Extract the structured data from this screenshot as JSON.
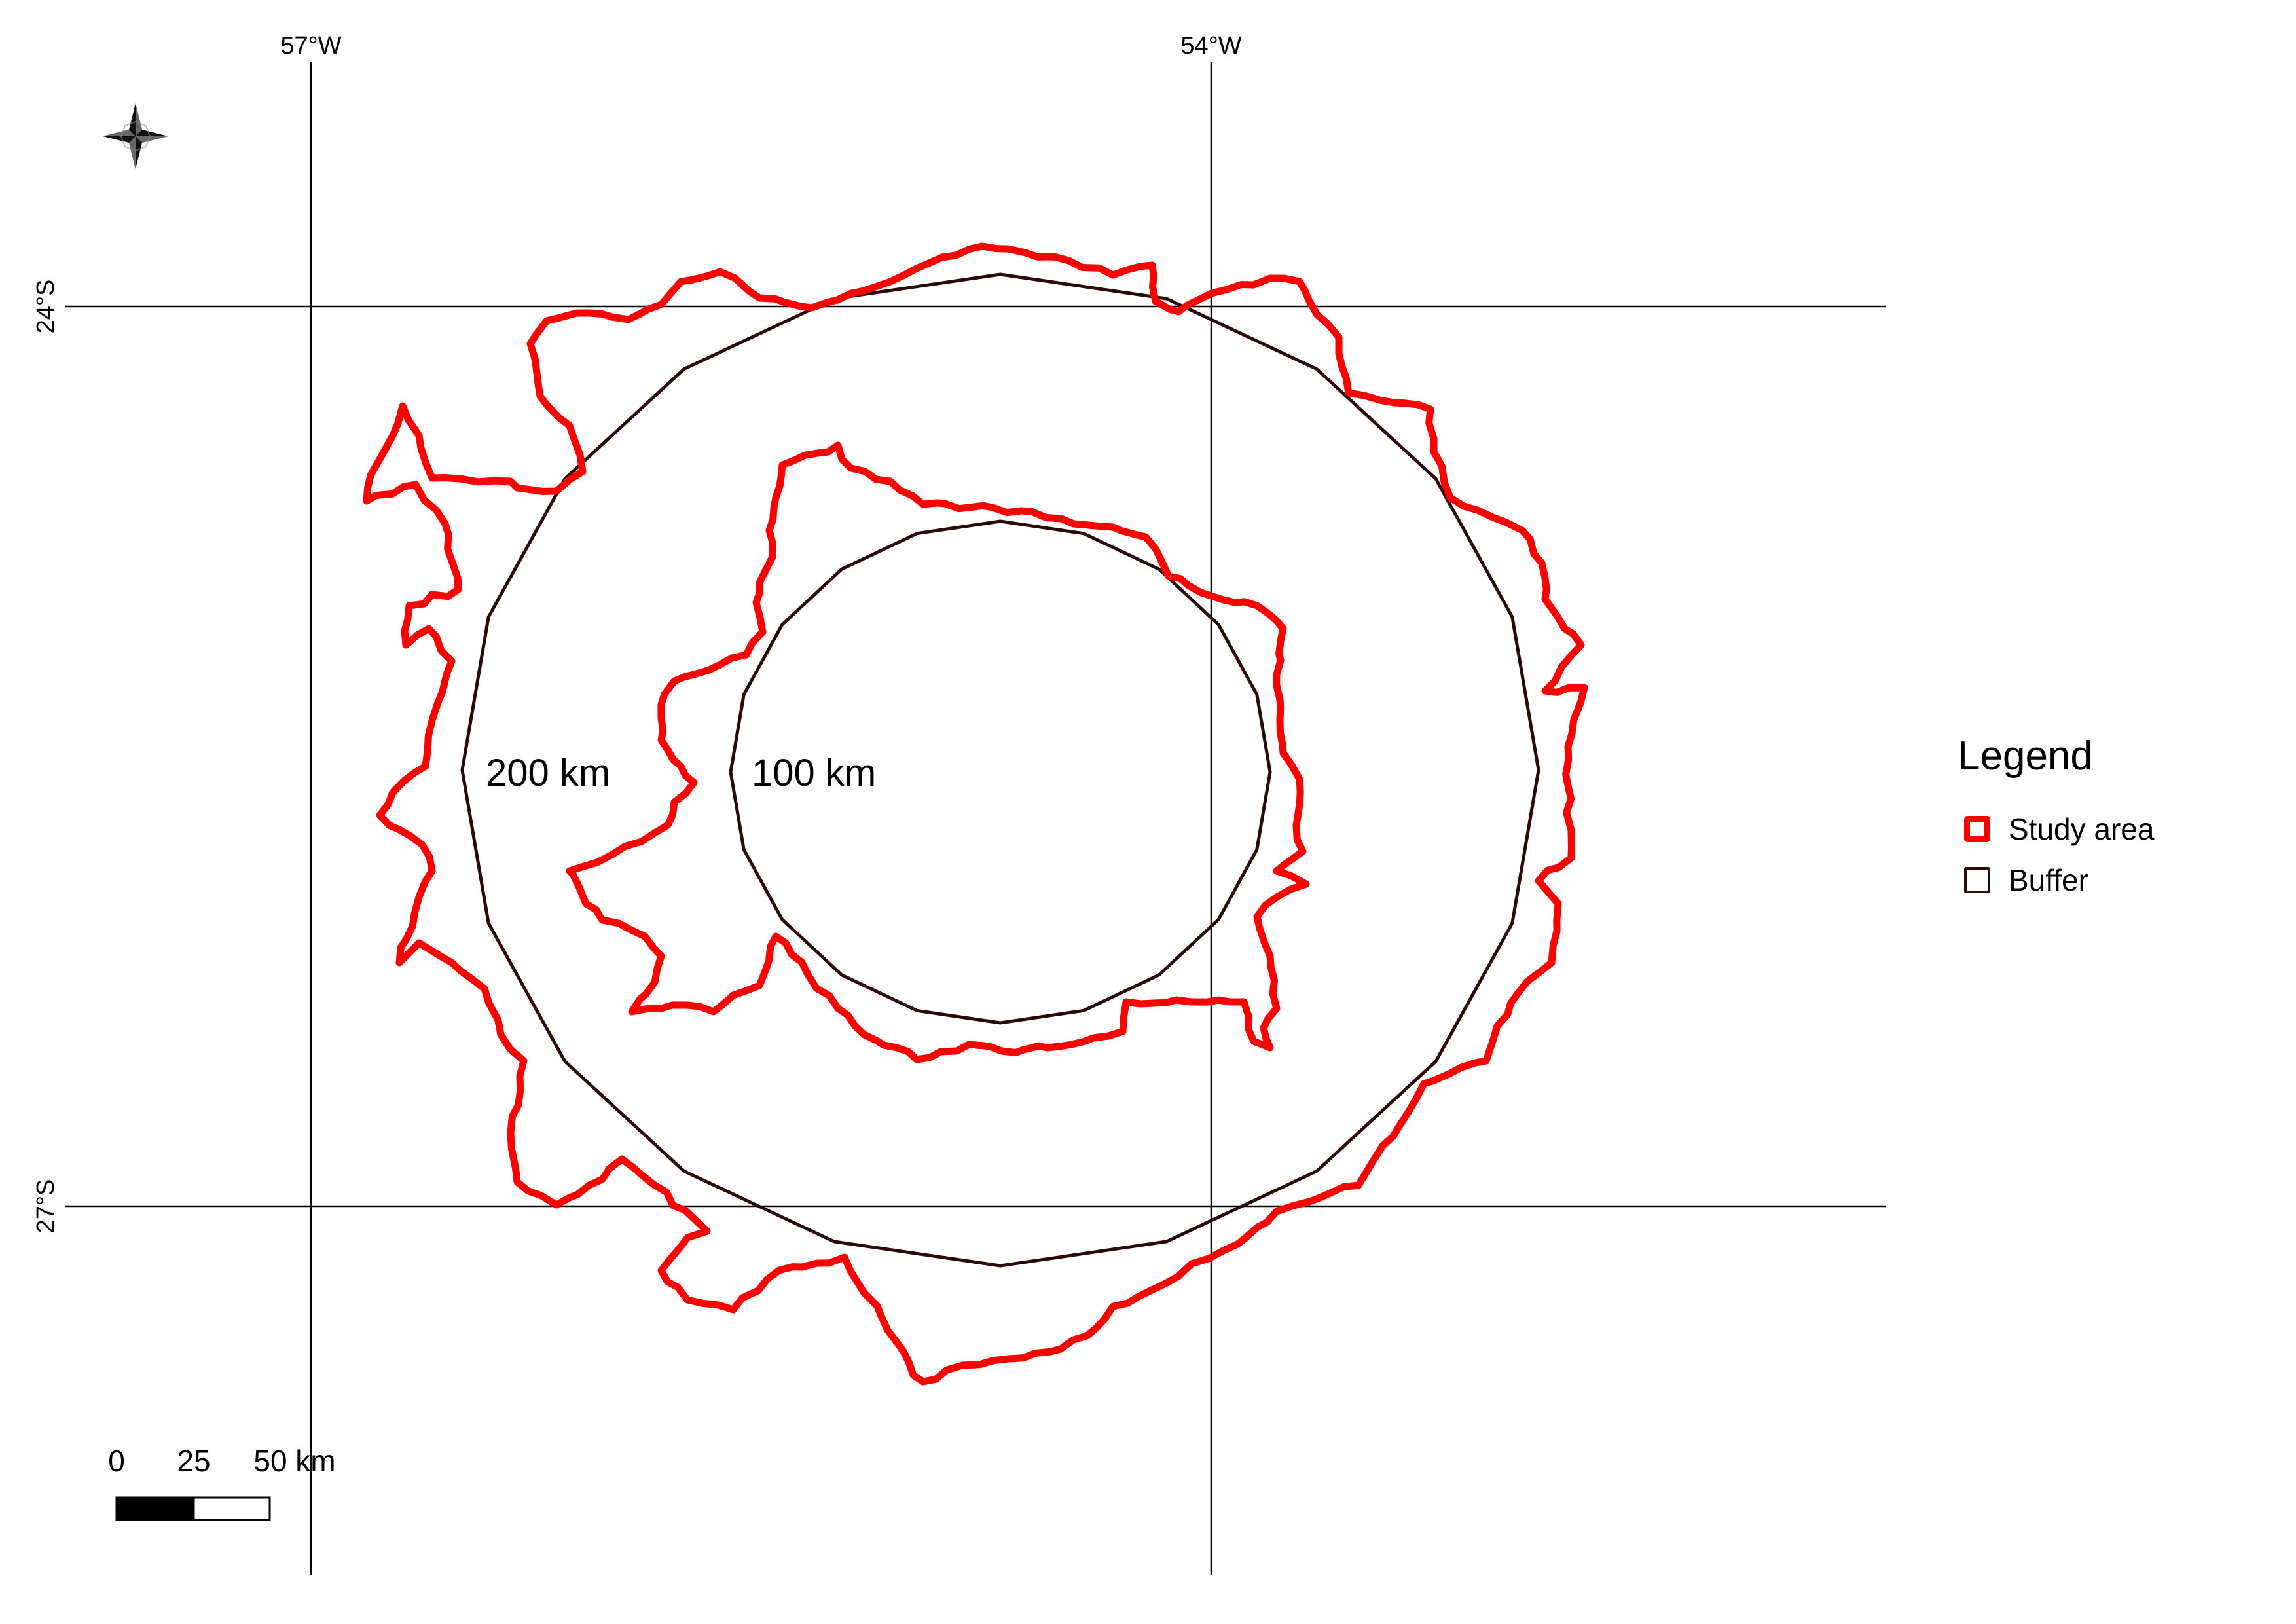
{
  "map": {
    "graticule": {
      "longitudes": [
        "57°W",
        "54°W"
      ],
      "latitudes": [
        "24°S",
        "27°S"
      ]
    },
    "buffer_labels": [
      "200 km",
      "100 km"
    ],
    "north_arrow": "compass-star-icon",
    "scale_bar": {
      "ticks": [
        "0",
        "25",
        "50 km"
      ]
    }
  },
  "legend": {
    "title": "Legend",
    "items": [
      {
        "label": "Study area",
        "color": "#ff0000"
      },
      {
        "label": "Buffer",
        "color": "#2b0a0a"
      }
    ]
  },
  "colors": {
    "study_area": "#ff0000",
    "buffer": "#2b0a0a",
    "grid": "#000000"
  }
}
